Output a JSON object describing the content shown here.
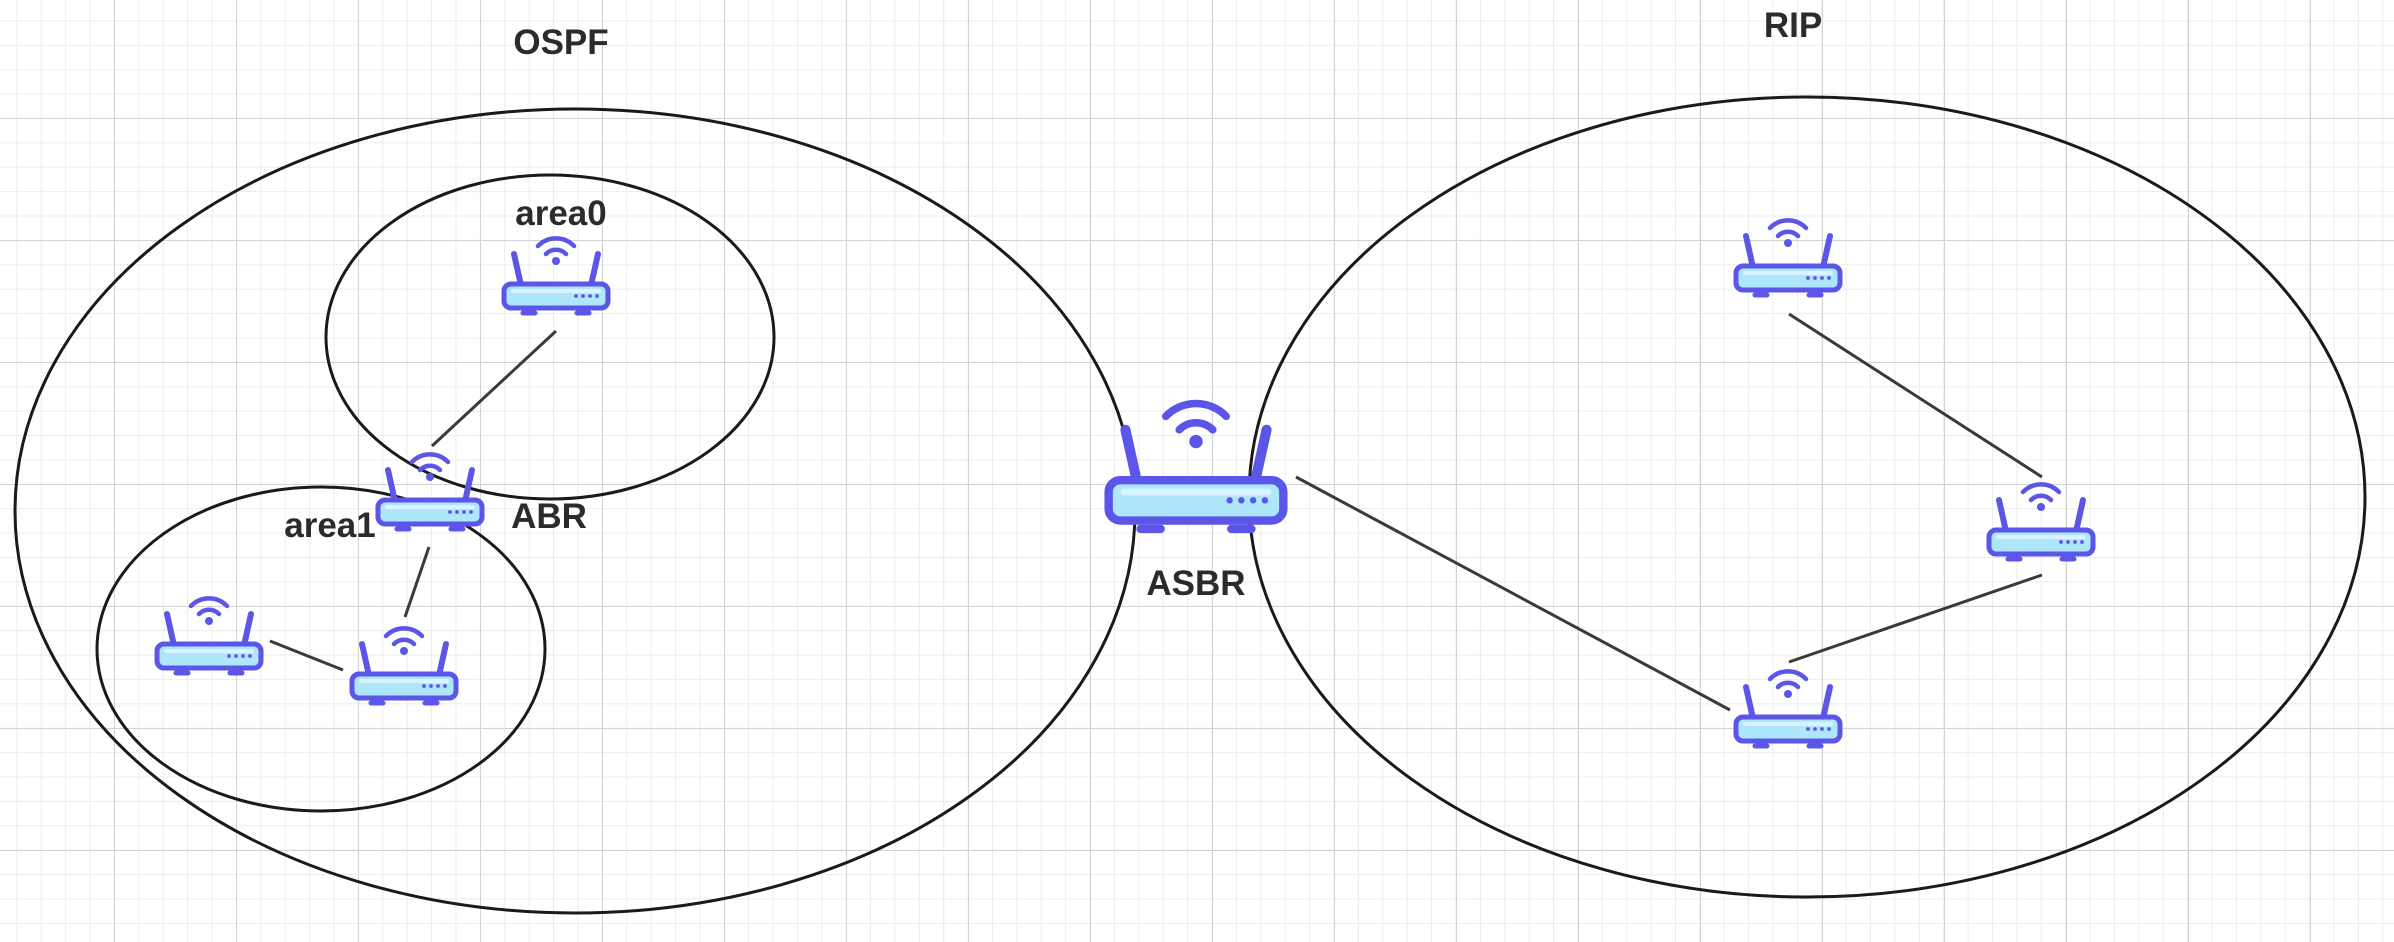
{
  "diagram": {
    "regions": {
      "ospf": "OSPF",
      "rip": "RIP",
      "area0": "area0",
      "area1": "area1"
    },
    "router_labels": {
      "abr": "ABR",
      "asbr": "ASBR"
    },
    "icon": "wifi-router-icon",
    "colors": {
      "router_outline": "#5b55e8",
      "router_body": "#aee6fb",
      "wifi": "#5b55e8",
      "line": "#3a3a3a",
      "label": "#2b2b2b"
    },
    "nodes": [
      {
        "id": "r-area0",
        "group": "area0"
      },
      {
        "id": "r-abr",
        "group": "area0/area1",
        "label": "ABR"
      },
      {
        "id": "r-area1-a",
        "group": "area1"
      },
      {
        "id": "r-area1-b",
        "group": "area1"
      },
      {
        "id": "r-asbr",
        "group": "OSPF/RIP",
        "label": "ASBR"
      },
      {
        "id": "r-rip-top",
        "group": "RIP"
      },
      {
        "id": "r-rip-right",
        "group": "RIP"
      },
      {
        "id": "r-rip-bottom",
        "group": "RIP"
      }
    ],
    "links": [
      {
        "from": "r-area0",
        "to": "r-abr"
      },
      {
        "from": "r-abr",
        "to": "r-area1-b"
      },
      {
        "from": "r-area1-a",
        "to": "r-area1-b"
      },
      {
        "from": "r-asbr",
        "to": "r-rip-bottom"
      },
      {
        "from": "r-rip-top",
        "to": "r-rip-right"
      },
      {
        "from": "r-rip-right",
        "to": "r-rip-bottom"
      }
    ]
  }
}
